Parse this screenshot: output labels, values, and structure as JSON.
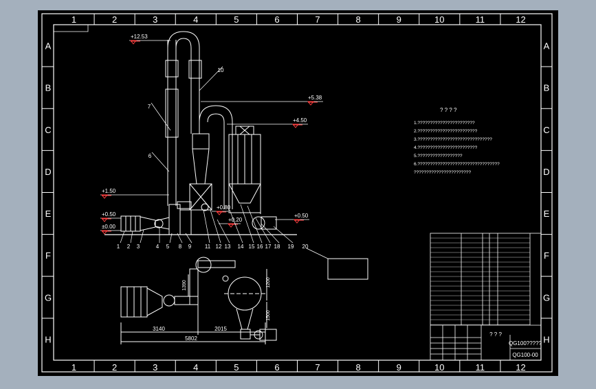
{
  "colors": {
    "viewport_bg": "#a4b0bd",
    "sheet_bg": "#000000",
    "line": "#ffffff",
    "dim": "#ff4040",
    "accent": "#ffff00"
  },
  "grid": {
    "columns": [
      "1",
      "2",
      "3",
      "4",
      "5",
      "6",
      "7",
      "8",
      "9",
      "10",
      "11",
      "12"
    ],
    "rows": [
      "A",
      "B",
      "C",
      "D",
      "E",
      "F",
      "G",
      "H"
    ]
  },
  "elevations": [
    "+12.53",
    "+5.38",
    "+4.50",
    "+1.50",
    "+0.50",
    "±0.00",
    "+0.80",
    "+0.20",
    "+0.50"
  ],
  "callouts": [
    "1",
    "2",
    "3",
    "4",
    "5",
    "6",
    "7",
    "8",
    "9",
    "10",
    "11",
    "12",
    "13",
    "14",
    "15",
    "16",
    "17",
    "18",
    "19",
    "20"
  ],
  "notes": {
    "heading": "? ? ? ?",
    "lines": [
      "1.???????????????????????",
      "2.????????????????????????",
      "3.??????????????????????????????",
      "4.????????????????????????",
      "5.??????????????????",
      "6.?????????????????????????????????",
      "  ???????????????????????"
    ]
  },
  "dimensions": [
    "3140",
    "2015",
    "5802",
    "1390",
    "1200",
    "1500"
  ],
  "title_block": {
    "drawing_title": "QG100?????",
    "drawing_number": "QG100-00",
    "marks": "? ? ?"
  }
}
